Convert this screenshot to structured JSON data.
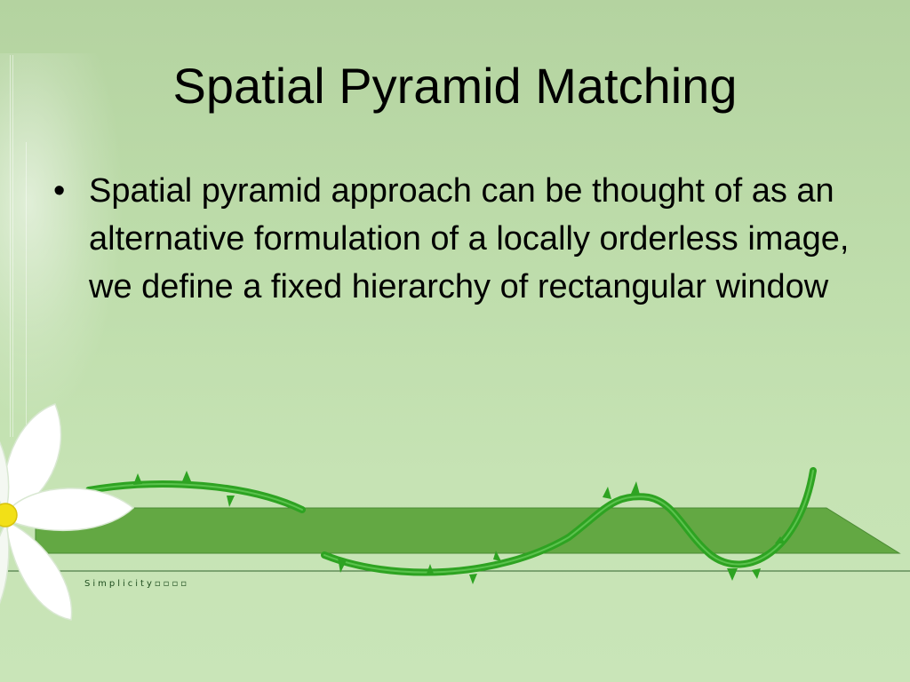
{
  "slide": {
    "title": "Spatial Pyramid Matching",
    "bullets": [
      {
        "marker": "•",
        "text": "Spatial pyramid approach can be thought of as an alternative formulation of a locally orderless image, we define a fixed hierarchy of rectangular window"
      }
    ],
    "footer": "Simplicity▫▫▫▫"
  },
  "theme": {
    "background": "#bddcaa",
    "band_color": "#63a843",
    "vine_color": "#2ea322",
    "text_color": "#000000"
  },
  "icons": [
    "flower-icon",
    "vine-icon"
  ]
}
